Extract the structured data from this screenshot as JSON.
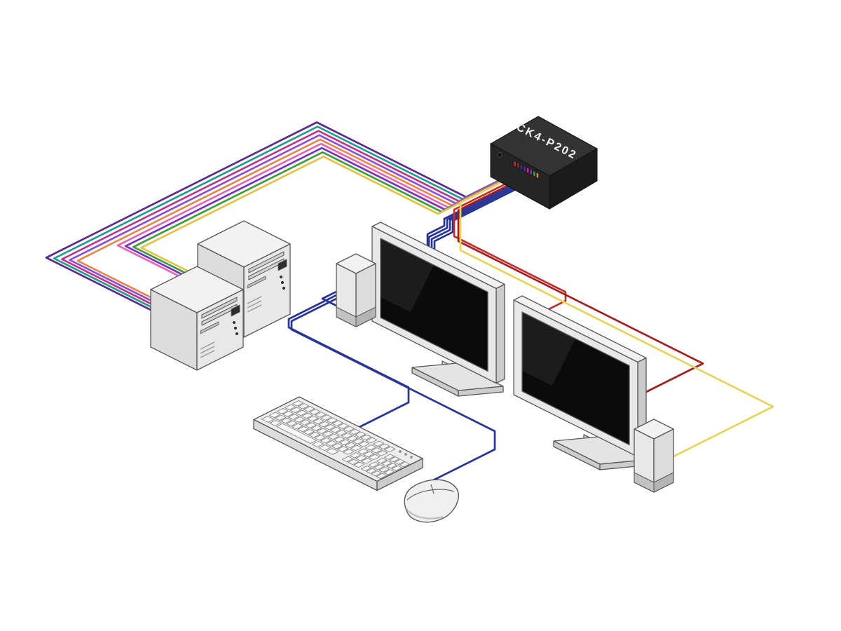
{
  "diagram": {
    "background": "#ffffff",
    "kvm": {
      "label": "CK4-P202",
      "label_color": "#f2f2f2",
      "body_top": "#333333",
      "body_front": "#252525",
      "body_side": "#1b1b1b",
      "port_color": "#101010",
      "plug_colors": [
        "#c03030",
        "#a31f1f",
        "#283593",
        "#5b2a8c",
        "#c2338a",
        "#7b2fbe",
        "#3a9e3a",
        "#e2884f"
      ]
    },
    "palette": {
      "device_top": "#f2f2f2",
      "device_left": "#dcdcdc",
      "device_right": "#e8e8e8",
      "device_band": "#c2c2c2",
      "key_fill": "#f6f6f6",
      "outline": "#575757",
      "detail_dark": "#2e2e2e",
      "detail_mid": "#9a9a9a",
      "screen": "#0b0b0b",
      "base_fill": "#e4e4e4",
      "base_side": "#cccccc"
    },
    "cables": {
      "bundle": [
        {
          "name": "pc1-violet",
          "color": "#5b2a8c"
        },
        {
          "name": "pc1-teal",
          "color": "#1f9e8e"
        },
        {
          "name": "pc1-magenta",
          "color": "#c2338a"
        },
        {
          "name": "pc1-purple",
          "color": "#8a4fd0"
        },
        {
          "name": "pc1-orange",
          "color": "#e2884f"
        },
        {
          "name": "pc2-pink",
          "color": "#e06ab0"
        },
        {
          "name": "pc2-violet",
          "color": "#7b2fbe"
        },
        {
          "name": "pc2-green",
          "color": "#3a9e3a"
        },
        {
          "name": "pc2-gold",
          "color": "#e0c24a"
        }
      ],
      "console": [
        {
          "name": "monitor-1-video",
          "color": "#283593"
        },
        {
          "name": "speaker-left-audio",
          "color": "#283593"
        },
        {
          "name": "keyboard-cable",
          "color": "#283593"
        },
        {
          "name": "mouse-cable",
          "color": "#283593"
        },
        {
          "name": "monitor-2-video-a",
          "color": "#c03030"
        },
        {
          "name": "monitor-2-video-b",
          "color": "#a31f1f"
        },
        {
          "name": "speaker-right-audio",
          "color": "#e6d45a"
        }
      ]
    },
    "components": {
      "kvm_switch": "kvm-switch",
      "computer_1": "computer-tower-1",
      "computer_2": "computer-tower-2",
      "monitor_1": "monitor-1",
      "monitor_2": "monitor-2",
      "speaker_left": "speaker-left",
      "speaker_right": "speaker-right",
      "keyboard": "keyboard",
      "mouse": "mouse"
    }
  }
}
